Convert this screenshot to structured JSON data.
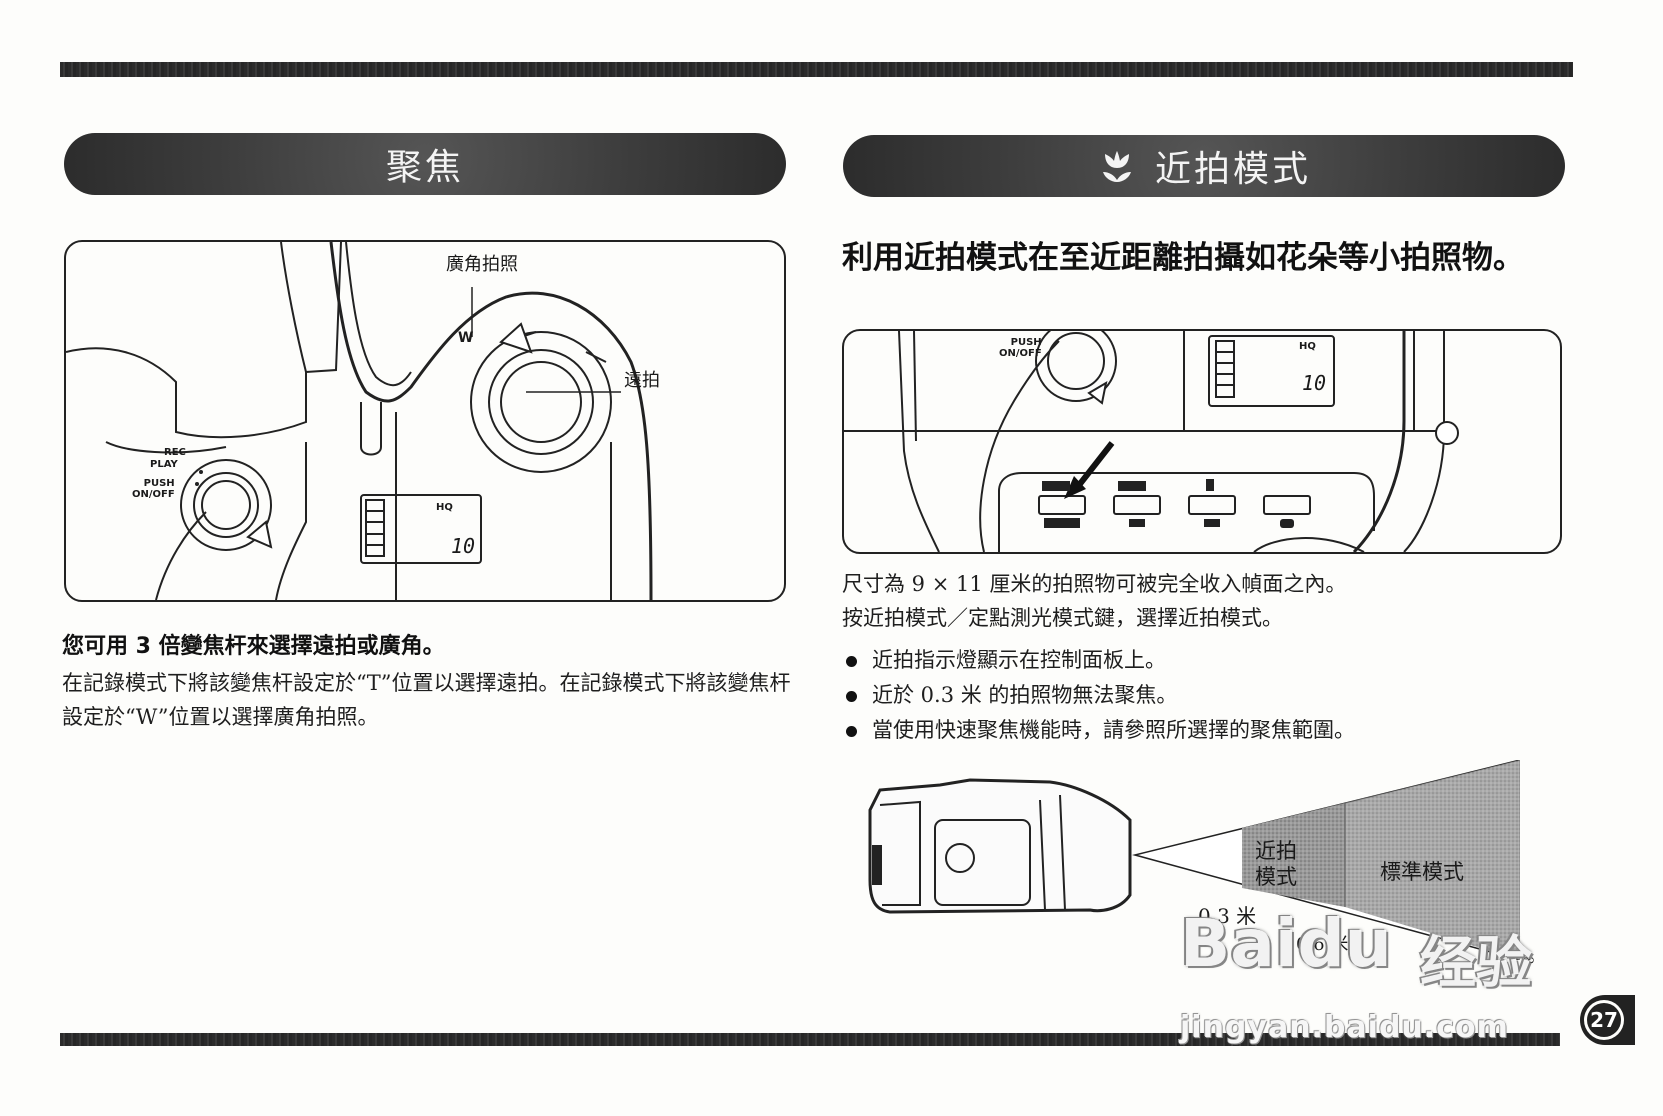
{
  "left": {
    "banner_title": "聚焦",
    "diagram": {
      "label_wide": "廣角拍照",
      "label_tele": "遠拍",
      "dial_w": "W",
      "rec": "REC",
      "play": "PLAY",
      "push_onoff": "PUSH\nON/OFF",
      "lcd_hq": "HQ",
      "lcd_count": "10"
    },
    "heading": "您可用 3 倍變焦杆來選擇遠拍或廣角。",
    "body": "在記錄模式下將該變焦杆設定於“T”位置以選擇遠拍。在記錄模式下將該變焦杆設定於“W”位置以選擇廣角拍照。"
  },
  "right": {
    "banner_title": "近拍模式",
    "banner_icon": "macro-flower-icon",
    "heading": "利用近拍模式在至近距離拍攝如花朵等小拍照物。",
    "diagram": {
      "push_onoff": "PUSH\nON/OFF",
      "lcd_hq": "HQ",
      "lcd_count": "10"
    },
    "body_line1": "尺寸為 9 × 11 厘米的拍照物可被完全收入幀面之內。",
    "body_line2": "按近拍模式／定點測光模式鍵，選擇近拍模式。",
    "bullets": [
      "近拍指示燈顯示在控制面板上。",
      "近於 0.3 米 的拍照物無法聚焦。",
      "當使用快速聚焦機能時，請參照所選擇的聚焦範圍。"
    ],
    "range_diagram": {
      "zone_macro": "近拍\n模式",
      "zone_standard": "標準模式",
      "dist_near": "0.3 米",
      "dist_far": "0.6 米",
      "infinity": "∞"
    }
  },
  "page_number": "27",
  "watermark": {
    "brand": "Baidu",
    "brand_cn": "经验",
    "url": "jingyan.baidu.com"
  }
}
